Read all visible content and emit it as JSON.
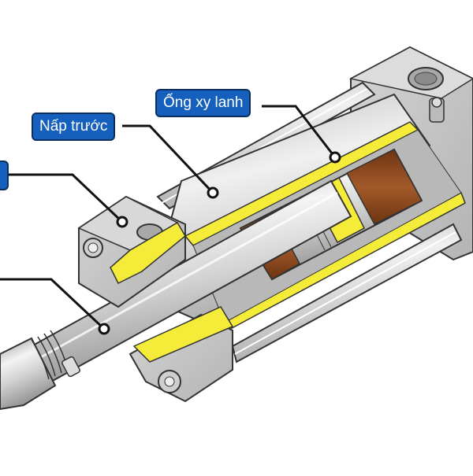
{
  "diagram": {
    "subject": "Pneumatic cylinder cutaway illustration",
    "colors": {
      "callout_fill": "#1560bd",
      "callout_border": "#0b2e5e",
      "callout_text": "#ffffff",
      "leader_line": "#111111",
      "metal_light": "#e8e8e8",
      "metal_mid": "#c4c4c4",
      "metal_dark": "#9a9a9a",
      "cutaway_section": "#f5ec3a",
      "seal": "#8b4a1e",
      "outline": "#333333",
      "background": "#ffffff"
    },
    "callouts": [
      {
        "id": "cylinder-tube",
        "label": "Ống xy lanh",
        "target": "cylinder tube wall"
      },
      {
        "id": "front-cap",
        "label": "Nấp trước",
        "target": "tie rod / front cap region"
      },
      {
        "id": "cutoff-upper",
        "label": "",
        "target": "front end cap",
        "note": "label box clipped at left edge"
      },
      {
        "id": "cutoff-lower",
        "label": "",
        "target": "piston rod",
        "note": "label clipped at left edge"
      }
    ],
    "parts": [
      "front end cap",
      "rear end cap",
      "cylinder tube",
      "tie rods",
      "piston rod",
      "piston with seals",
      "rod end thread and nut",
      "cushion adjustment screw",
      "ports"
    ]
  }
}
